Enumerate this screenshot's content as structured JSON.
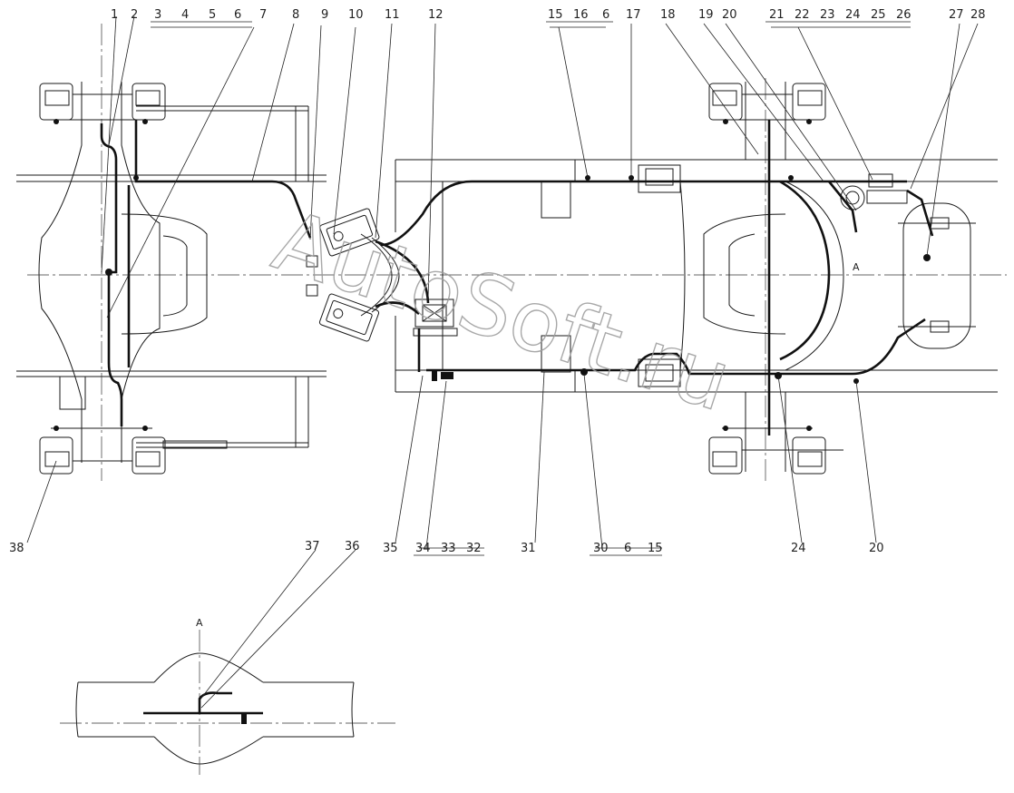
{
  "watermark": "AutoSoft.ru",
  "section_label": "A",
  "section_marker": "A",
  "callouts_top": [
    "1",
    "2",
    "3",
    "4",
    "5",
    "6",
    "7",
    "8",
    "9",
    "10",
    "11",
    "12",
    "15",
    "16",
    "6",
    "17",
    "18",
    "19",
    "20",
    "21",
    "22",
    "23",
    "24",
    "25",
    "26",
    "27",
    "28"
  ],
  "callouts_bottom": [
    "38",
    "35",
    "34",
    "33",
    "32",
    "31",
    "30",
    "6",
    "15",
    "24",
    "20"
  ],
  "callouts_section": [
    "37",
    "36"
  ]
}
